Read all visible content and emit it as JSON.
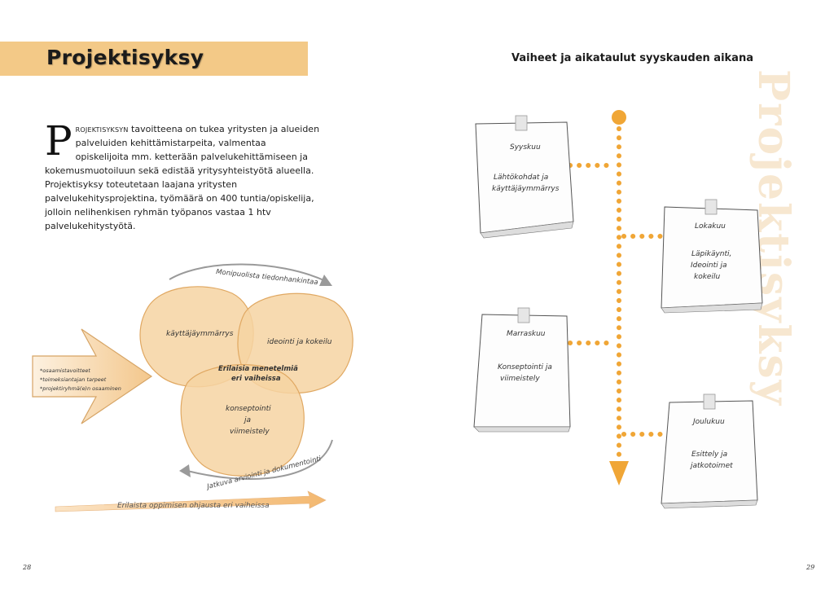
{
  "left_page": {
    "title": "Projektisyksy",
    "paragraph": {
      "dropcap": "P",
      "lead_smallcaps": "rojektisyksyn",
      "text": " tavoitteena on tukea yritysten ja alueiden palveluiden kehittämistarpeita, valmentaa opiskelijoita mm. ketterään palvelukehittämiseen ja kokemusmuotoiluun sekä edistää yritysyhteistyötä alueella. Projektisyksy toteutetaan laajana yritysten palvelukehitysprojektina, työmäärä on 400 tuntia/opiskelija, jolloin nelihenkisen ryhmän työpanos vastaa 1 htv palvelukehitystyötä."
    },
    "diagram": {
      "top_arrow": "Monipuolista tiedonhankintaa",
      "circle_1": "käyttäjäymmärrys",
      "circle_2": "ideointi ja kokeilu",
      "circle_3_line1": "konseptointi",
      "circle_3_line2": "ja",
      "circle_3_line3": "viimeistely",
      "center_line1": "Erilaisia menetelmiä",
      "center_line2": "eri vaiheissa",
      "input_1": "*osaamistavoitteet",
      "input_2": "*toimeksiantajan tarpeet",
      "input_3": "*projektiryhmä(e)n osaaminen",
      "bottom_arc": "Jatkuva arviointi ja dokumentointi",
      "bottom_arrow": "Erilaista oppimisen ohjausta eri vaiheissa"
    },
    "page_number": "28"
  },
  "right_page": {
    "title": "Vaiheet ja aikataulut syyskauden aikana",
    "watermark": "Projektisyksy",
    "notes": [
      {
        "month": "Syyskuu",
        "line1": "Lähtökohdat ja",
        "line2": "käyttäjäymmärrys",
        "line3": ""
      },
      {
        "month": "Lokakuu",
        "line1": "Läpikäynti,",
        "line2": "Ideointi ja",
        "line3": "kokeilu"
      },
      {
        "month": "Marraskuu",
        "line1": "Konseptointi ja",
        "line2": "viimeistely",
        "line3": ""
      },
      {
        "month": "Joulukuu",
        "line1": "Esittely ja",
        "line2": "jatkotoimet",
        "line3": ""
      }
    ],
    "page_number": "29"
  },
  "colors": {
    "band": "#f3c987",
    "orange": "#f0a636",
    "circle_fill": "#f6d3a2",
    "circle_stroke": "#e0a862",
    "watermark": "#f7e7d0"
  }
}
